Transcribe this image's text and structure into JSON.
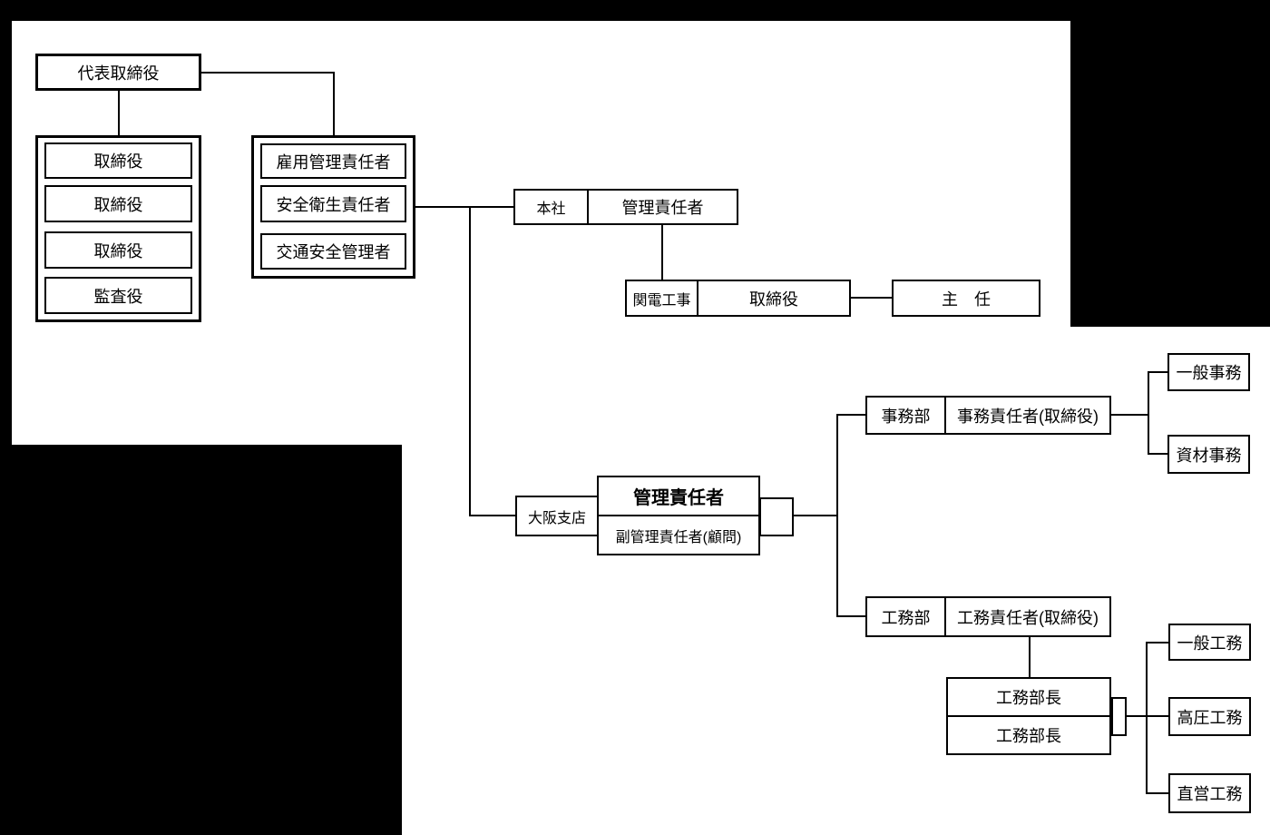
{
  "page": {
    "background_color": "#000000",
    "sheet_color": "#ffffff",
    "line_color": "#000000"
  },
  "org_chart": {
    "president": {
      "label": "代表取締役"
    },
    "board": {
      "members": [
        "取締役",
        "取締役",
        "取締役",
        "監査役"
      ]
    },
    "safety_officers": {
      "members": [
        "雇用管理責任者",
        "安全衛生責任者",
        "交通安全管理者"
      ]
    },
    "head_office": {
      "tag": "本社",
      "manager": "管理責任者"
    },
    "kanden_koji": {
      "tag": "関電工事",
      "role": "取締役",
      "subordinate": "主　任"
    },
    "osaka_branch": {
      "tag": "大阪支店",
      "manager": "管理責任者",
      "deputy": "副管理責任者(顧問)"
    },
    "admin_dept": {
      "tag": "事務部",
      "head": "事務責任者(取締役)",
      "units": [
        "一般事務",
        "資材事務"
      ]
    },
    "engineering_dept": {
      "tag": "工務部",
      "head": "工務責任者(取締役)",
      "managers": [
        "工務部長",
        "工務部長"
      ],
      "units": [
        "一般工務",
        "高圧工務",
        "直営工務"
      ]
    }
  }
}
